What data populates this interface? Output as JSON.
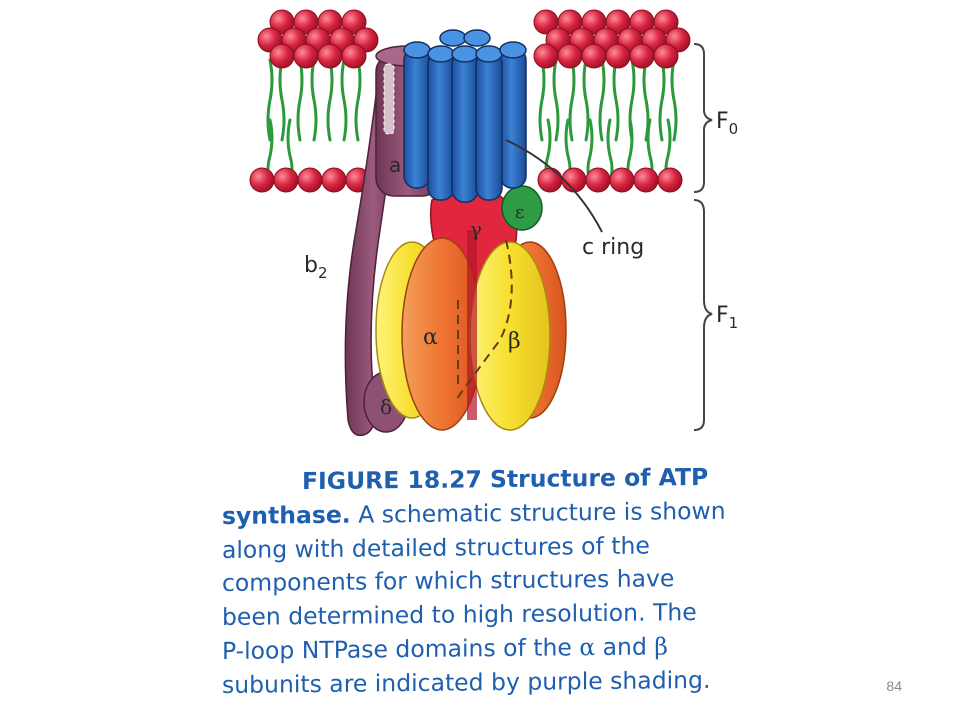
{
  "figure": {
    "labels": {
      "a": "a",
      "b2_main": "b",
      "b2_sub": "2",
      "delta": "δ",
      "alpha": "α",
      "beta": "β",
      "gamma": "γ",
      "epsilon": "ε",
      "c_ring": "c ring",
      "f0_main": "F",
      "f0_sub": "0",
      "f1_main": "F",
      "f1_sub": "1"
    },
    "colors": {
      "membrane_head": "#d6243f",
      "lipid_tail": "#2a9a3a",
      "c_ring": "#2f73c8",
      "a_subunit": "#8b4d6e",
      "gamma": "#e2263d",
      "epsilon": "#2e9c45",
      "alpha": "#f07a36",
      "beta": "#f4e03a",
      "caption_text": "#1f5fb0"
    }
  },
  "caption": {
    "lead": "FIGURE 18.27 Structure of ATP synthase.",
    "line1_bold": "FIGURE 18.27  Structure of ATP",
    "line2_bold": "synthase.",
    "line2_rest": " A schematic structure is shown",
    "line3": "along with detailed structures of the",
    "line4": "components for which structures have",
    "line5": "been determined to high resolution. The",
    "line6_pre": "P-loop NTPase domains of the ",
    "line6_alpha": "α",
    "line6_mid": " and ",
    "line6_beta": "β",
    "line7": "subunits are indicated by purple shading."
  },
  "slide_number": "84"
}
